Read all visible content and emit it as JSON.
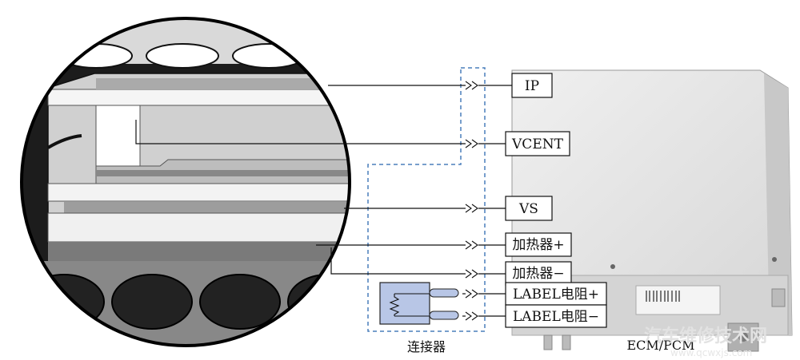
{
  "pins": [
    {
      "label": "IP"
    },
    {
      "label": "VCENT"
    },
    {
      "label": "VS"
    },
    {
      "label": "加热器+"
    },
    {
      "label": "加热器−"
    },
    {
      "label": "LABEL电阻+"
    },
    {
      "label": "LABEL电阻−"
    }
  ],
  "captions": {
    "connector": "连接器",
    "ecm": "ECM/PCM"
  },
  "watermark": {
    "text": "汽车维修技术网",
    "url": "www.qcwxjs.com"
  },
  "colors": {
    "connector_dash": "#4a7ebb",
    "resistor_fill": "#b8c6e6",
    "pin_fill": "#b8c6e6",
    "ecm_body": "#e6e6e6",
    "sensor_dark": "#222222"
  }
}
